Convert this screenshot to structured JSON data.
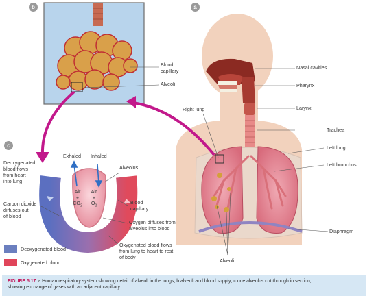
{
  "badges": {
    "a": "a",
    "b": "b",
    "c": "c"
  },
  "panel_a": {
    "nasal_cavities": "Nasal cavities",
    "pharynx": "Pharynx",
    "larynx": "Larynx",
    "trachea": "Trachea",
    "right_lung": "Right lung",
    "left_lung": "Left lung",
    "left_bronchus": "Left bronchus",
    "diaphragm": "Diaphragm",
    "alveoli": "Alveoli"
  },
  "panel_b": {
    "blood_capillary_1": "Blood",
    "blood_capillary_2": "capillary",
    "alveoli": "Alveoli"
  },
  "panel_c": {
    "exhaled": "Exhaled",
    "inhaled": "Inhaled",
    "alveolus": "Alveolus",
    "deoxy_flow_1": "Deoxygenated",
    "deoxy_flow_2": "blood flows",
    "deoxy_flow_3": "from heart",
    "deoxy_flow_4": "into lung",
    "co2_diffuses_1": "Carbon dioxide",
    "co2_diffuses_2": "diffuses out",
    "co2_diffuses_3": "of blood",
    "air_left_1": "Air",
    "air_left_2": "+",
    "air_left_3": "CO",
    "air_left_sub": "2",
    "air_right_1": "Air",
    "air_right_2": "+",
    "air_right_3": "O",
    "air_right_sub": "2",
    "blood_capillary_1": "Blood",
    "blood_capillary_2": "capillary",
    "oxygen_diffuses_1": "Oxygen diffuses from",
    "oxygen_diffuses_2": "alveolus into blood",
    "oxy_flow_1": "Oxygenated blood flows",
    "oxy_flow_2": "from lung to heart to rest",
    "oxy_flow_3": "of body"
  },
  "legend": {
    "deoxygenated": "Deoxygenated blood",
    "oxygenated": "Oxygenated blood",
    "deoxygenated_color": "#6b7fbf",
    "oxygenated_color": "#e0455a"
  },
  "caption": {
    "label": "FIGURE 5.17",
    "line1": "a Human respiratory system showing detail of alveoli in the lungs; b alveoli and blood supply; c one alveolus cut through in section,",
    "line2": "showing exchange of gases with an adjacent capillary"
  }
}
